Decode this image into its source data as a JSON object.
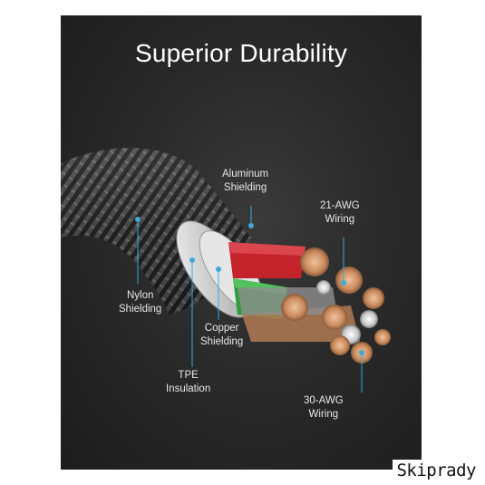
{
  "title": "Superior Durability",
  "labels": {
    "aluminum": [
      "Aluminum",
      "Shielding"
    ],
    "awg21": [
      "21-AWG",
      "Wiring"
    ],
    "nylon": [
      "Nylon",
      "Shielding"
    ],
    "copper": [
      "Copper",
      "Shielding"
    ],
    "tpe": [
      "TPE",
      "Insulation"
    ],
    "awg30": [
      "30-AWG",
      "Wiring"
    ]
  },
  "watermark": "Skiprady",
  "colors": {
    "callout": "#3fa9d8",
    "red_wire": "#c4232b",
    "green_wire": "#2e9e3c",
    "copper": "#c98a5c"
  }
}
